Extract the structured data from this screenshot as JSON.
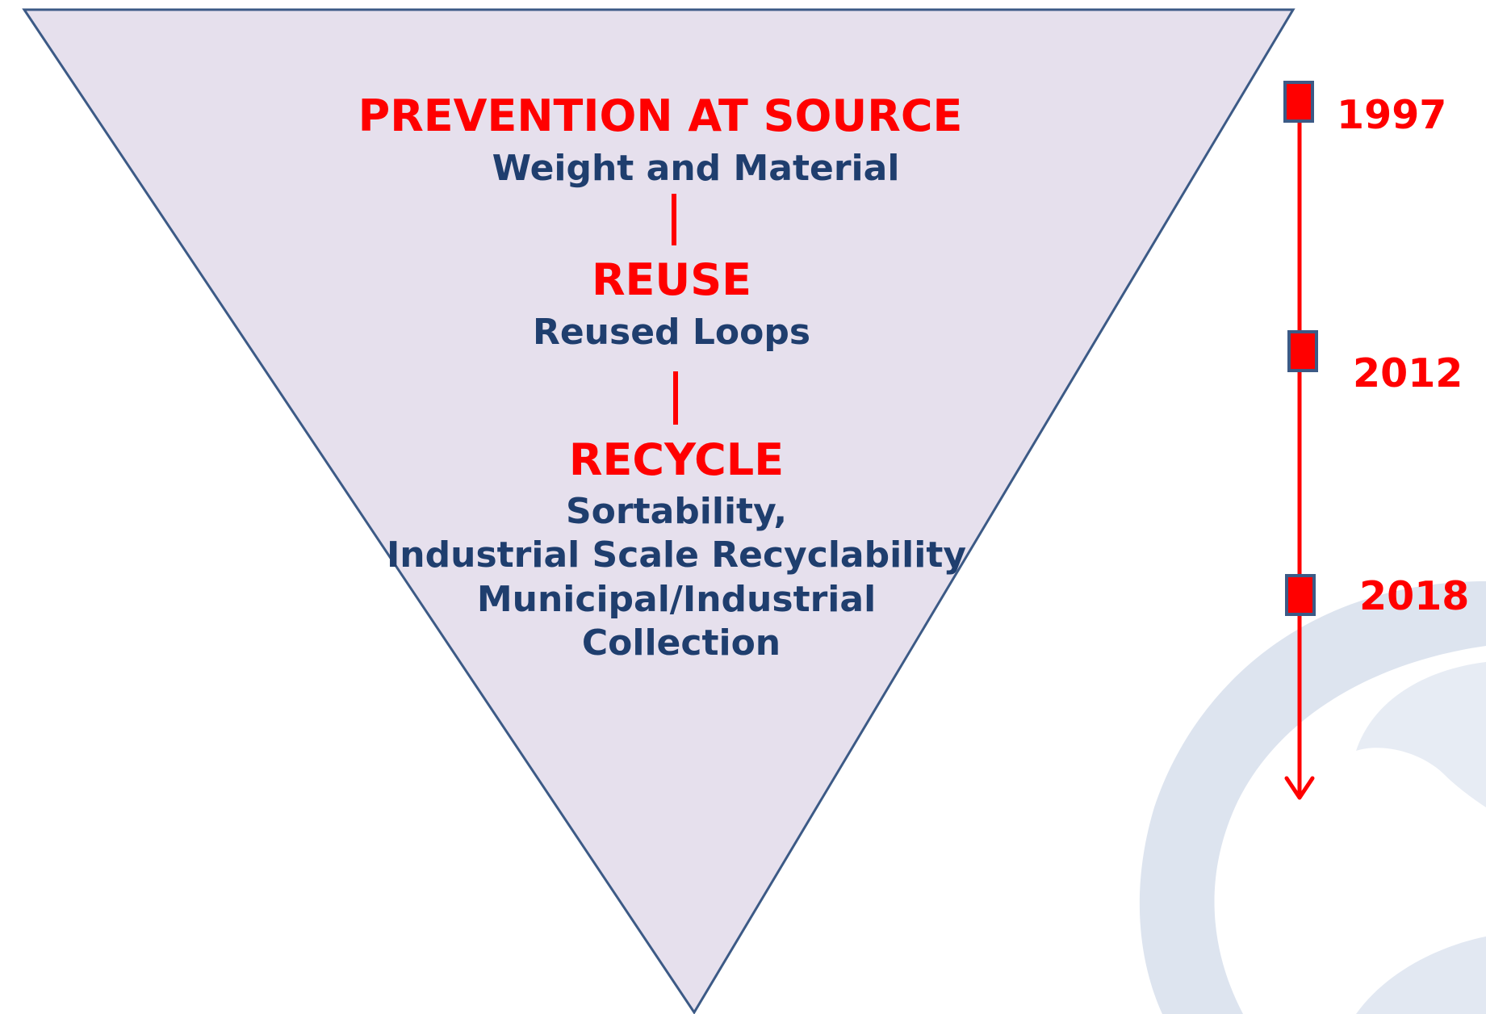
{
  "stages": [
    {
      "heading": "PREVENTION AT SOURCE",
      "details": [
        "Weight and Material"
      ]
    },
    {
      "heading": "REUSE",
      "details": [
        "Reused Loops"
      ]
    },
    {
      "heading": "RECYCLE",
      "details": [
        "Sortability,",
        "Industrial Scale Recyclability",
        "Municipal/Industrial",
        "Collection"
      ]
    }
  ],
  "timeline": {
    "years": [
      "1997",
      "2012",
      "2018"
    ]
  },
  "colors": {
    "triangle_fill": "#e6e0ed",
    "triangle_stroke": "#3c5a86",
    "heading": "#ff0000",
    "detail": "#1f3e6e",
    "timeline": "#ff0000",
    "marker_border": "#3c5a86",
    "background_swirl": "#dde4ef"
  }
}
